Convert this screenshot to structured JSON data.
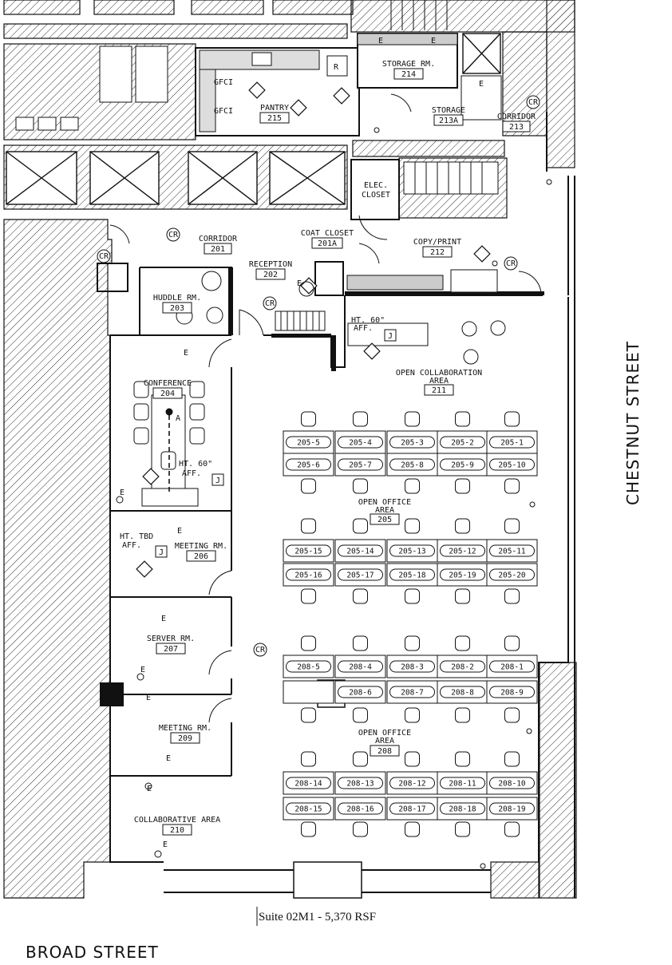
{
  "rooms": {
    "storage_214": {
      "name": "STORAGE RM.",
      "num": "214"
    },
    "pantry": {
      "name": "PANTRY",
      "num": "215"
    },
    "storage_213a": {
      "name": "STORAGE",
      "num": "213A"
    },
    "corridor_213": {
      "name": "CORRIDOR",
      "num": "213"
    },
    "elec_closet": {
      "line1": "ELEC.",
      "line2": "CLOSET"
    },
    "corridor_201": {
      "name": "CORRIDOR",
      "num": "201"
    },
    "coat_closet": {
      "name": "COAT CLOSET",
      "num": "201A"
    },
    "copy_print": {
      "name": "COPY/PRINT",
      "num": "212"
    },
    "reception": {
      "name": "RECEPTION",
      "num": "202"
    },
    "huddle": {
      "name": "HUDDLE RM.",
      "num": "203"
    },
    "open_collab": {
      "line1": "OPEN COLLABORATION",
      "line2": "AREA",
      "num": "211"
    },
    "conference": {
      "name": "CONFERENCE",
      "num": "204"
    },
    "open_office_205": {
      "line1": "OPEN OFFICE",
      "line2": "AREA",
      "num": "205"
    },
    "meeting_206": {
      "name": "MEETING RM.",
      "num": "206"
    },
    "server": {
      "name": "SERVER RM.",
      "num": "207"
    },
    "meeting_209": {
      "name": "MEETING RM.",
      "num": "209"
    },
    "open_office_208": {
      "line1": "OPEN OFFICE",
      "line2": "AREA",
      "num": "208"
    },
    "collab_210": {
      "name": "COLLABORATIVE AREA",
      "num": "210"
    }
  },
  "notes": {
    "ht60_collab": {
      "line1": "HT. 60\"",
      "line2": "AFF."
    },
    "ht60_conf": {
      "line1": "HT. 60\"",
      "line2": "AFF."
    },
    "httbd": {
      "line1": "HT. TBD",
      "line2": "AFF."
    },
    "gfci1": "GFCI",
    "gfci2": "GFCI",
    "cr": "CR",
    "e": "E",
    "j": "J",
    "r": "R",
    "a": "A"
  },
  "desks": {
    "row1": [
      "205-5",
      "205-4",
      "205-3",
      "205-2",
      "205-1"
    ],
    "row2": [
      "205-6",
      "205-7",
      "205-8",
      "205-9",
      "205-10"
    ],
    "row3": [
      "205-15",
      "205-14",
      "205-13",
      "205-12",
      "205-11"
    ],
    "row4": [
      "205-16",
      "205-17",
      "205-18",
      "205-19",
      "205-20"
    ],
    "row5": [
      "208-5",
      "208-4",
      "208-3",
      "208-2",
      "208-1"
    ],
    "row6": [
      "208-6",
      "208-7",
      "208-8",
      "208-9"
    ],
    "row7": [
      "208-14",
      "208-13",
      "208-12",
      "208-11",
      "208-10"
    ],
    "row8": [
      "208-15",
      "208-16",
      "208-17",
      "208-18",
      "208-19"
    ]
  },
  "streets": {
    "east": "CHESTNUT STREET",
    "south": "BROAD STREET"
  },
  "caption": "Suite 02M1 - 5,370 RSF"
}
